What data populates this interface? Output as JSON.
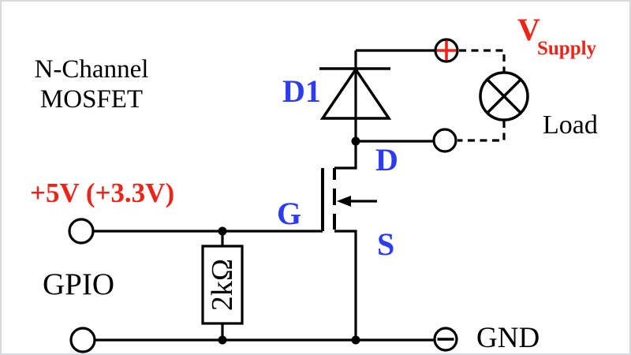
{
  "colors": {
    "red": "#ee2418",
    "blue": "#2e3cf0",
    "black": "#000000",
    "border": "#d9dadc"
  },
  "labels": {
    "transistor_type_line1": "N-Channel",
    "transistor_type_line2": "MOSFET",
    "gpio_voltage": "+5V (+3.3V)",
    "gpio": "GPIO",
    "gate": "G",
    "drain": "D",
    "source": "S",
    "diode": "D1",
    "supply_main": "V",
    "supply_sub": "Supply",
    "load": "Load",
    "ground": "GND",
    "resistor_value": "2kΩ"
  }
}
